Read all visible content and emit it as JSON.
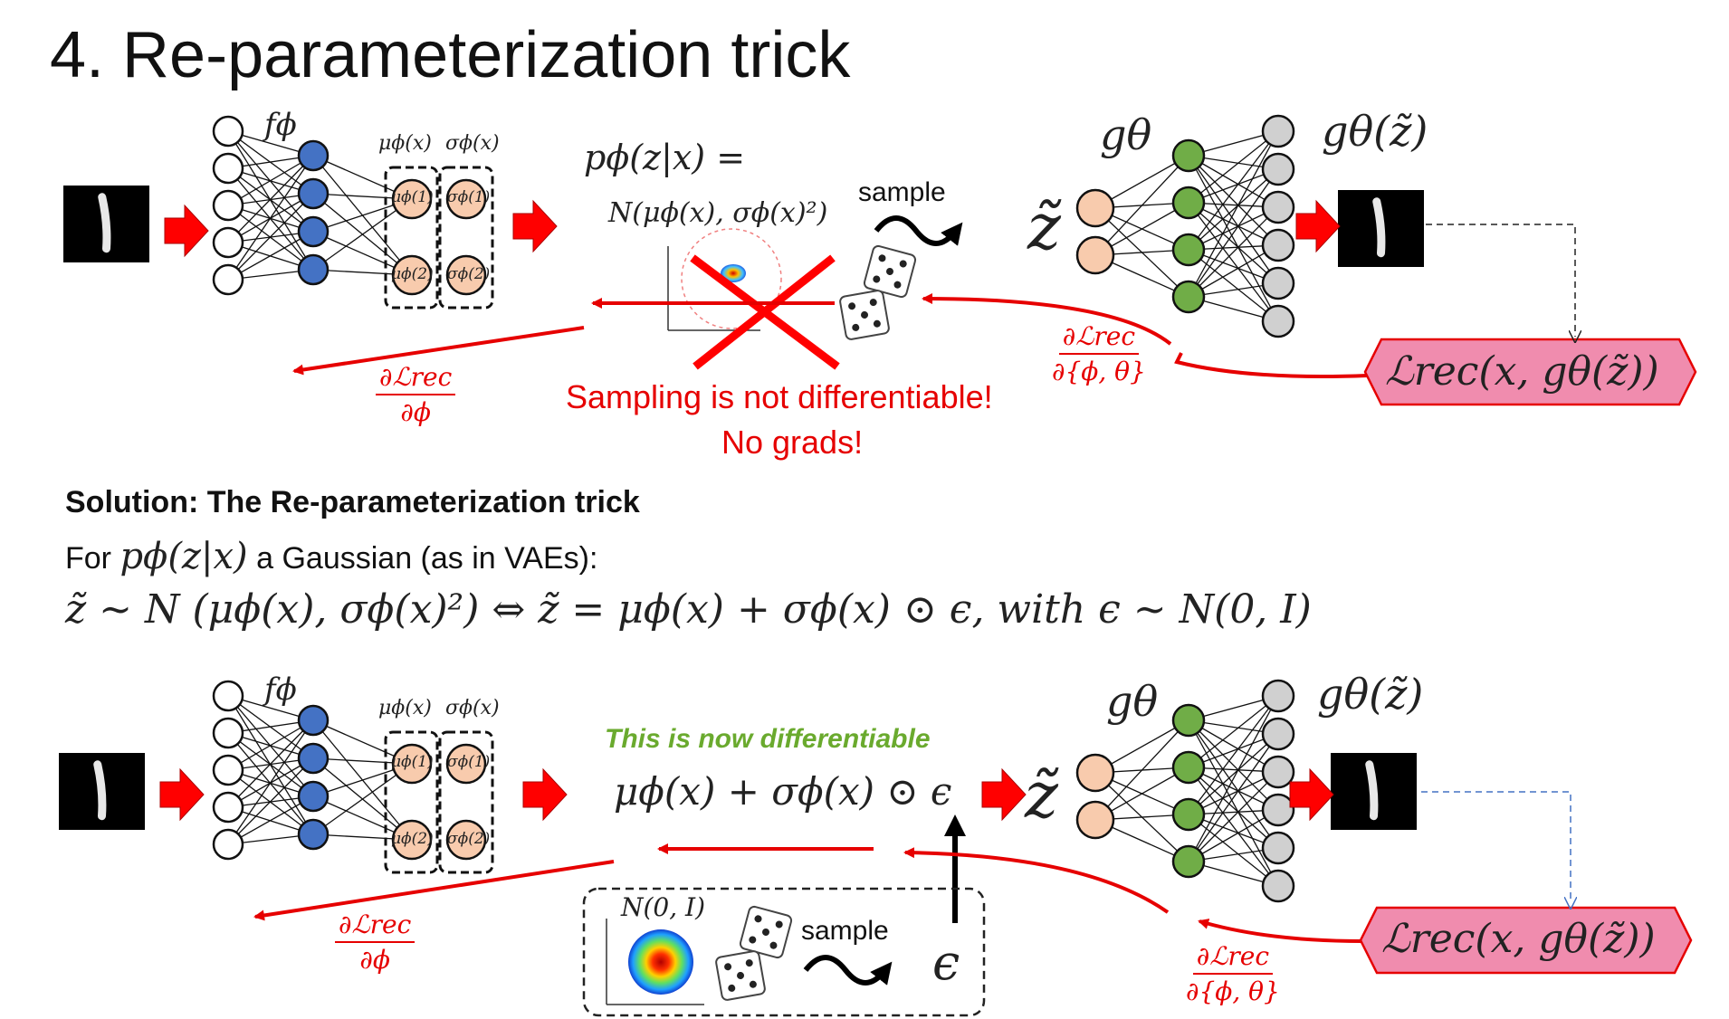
{
  "title": "4. Re-parameterization trick",
  "top": {
    "encoder_label": "fϕ",
    "mu_label": "μϕ(x)",
    "sigma_label": "σϕ(x)",
    "mu1": "μϕ(1)",
    "mu2": "μϕ(2)",
    "sig1": "σϕ(1)",
    "sig2": "σϕ(2)",
    "posterior_line1": "pϕ(z|x) =",
    "posterior_line2": "N(μϕ(x), σϕ(x)²)",
    "sample_label": "sample",
    "z_tilde": "z̃",
    "decoder_label": "gθ",
    "output_label": "gθ(z̃)",
    "loss_label": "ℒrec(x, gθ(z̃))",
    "grad_phi_num": "∂ℒrec",
    "grad_phi_den": "∂ϕ",
    "grad_both_num": "∂ℒrec",
    "grad_both_den": "∂{ϕ, θ}",
    "error_line1": "Sampling is not differentiable!",
    "error_line2": "No grads!"
  },
  "solution": {
    "heading": "Solution: The Re-parameterization trick",
    "for_prefix": "For",
    "for_math": "pϕ(z|x)",
    "for_suffix": "a Gaussian (as in VAEs):",
    "equation": "z̃ ∼ N (μϕ(x), σϕ(x)²) ⇔ z̃ = μϕ(x) + σϕ(x) ⊙ ϵ,  with ϵ ∼ N(0, I)"
  },
  "bottom": {
    "encoder_label": "fϕ",
    "mu_label": "μϕ(x)",
    "sigma_label": "σϕ(x)",
    "mu1": "μϕ(1)",
    "mu2": "μϕ(2)",
    "sig1": "σϕ(1)",
    "sig2": "σϕ(2)",
    "note": "This is now differentiable",
    "expr": "μϕ(x) + σϕ(x) ⊙ ϵ",
    "z_tilde": "z̃",
    "decoder_label": "gθ",
    "output_label": "gθ(z̃)",
    "loss_label": "ℒrec(x, gθ(z̃))",
    "noise_label": "N(0, I)",
    "sample_label": "sample",
    "epsilon": "ϵ",
    "grad_phi_num": "∂ℒrec",
    "grad_phi_den": "∂ϕ",
    "grad_both_num": "∂ℒrec",
    "grad_both_den": "∂{ϕ, θ}"
  },
  "colors": {
    "encoder_hidden": "#4472c4",
    "latent": "#f8cbad",
    "decoder_hidden": "#70ad47",
    "output_node": "#d0d0d0",
    "arrow_red": "#e60000",
    "loss_fill": "#f08cae",
    "loss_stroke": "#e60000",
    "note_green": "#6aaa2e",
    "dashed_link_top": "#222222",
    "dashed_link_bottom": "#4472c4"
  }
}
